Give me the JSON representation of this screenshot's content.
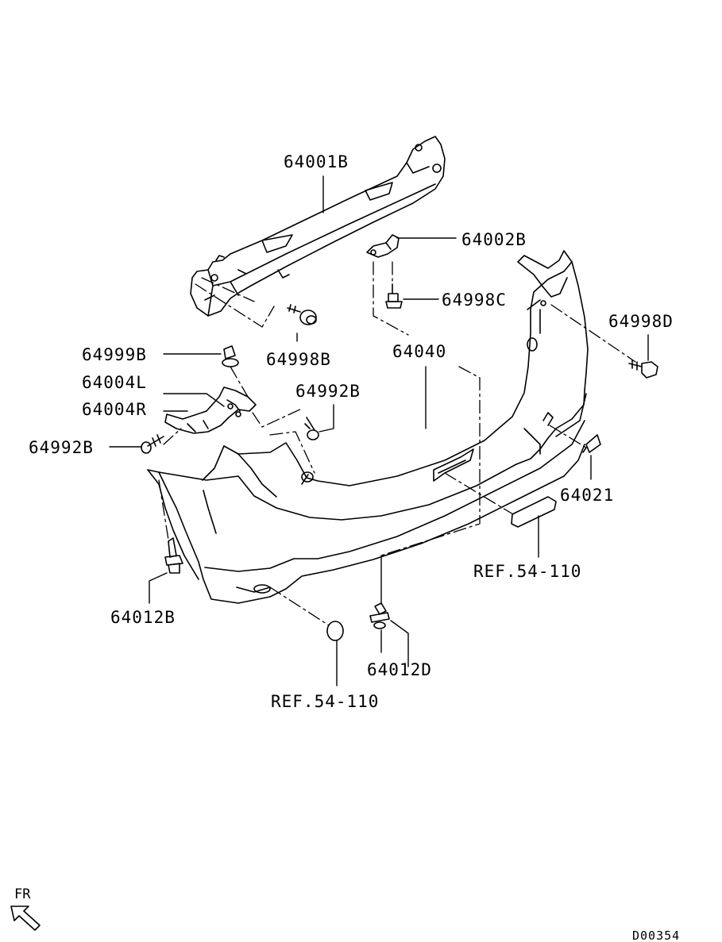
{
  "parts": {
    "p64001B": "64001B",
    "p64002B": "64002B",
    "p64998C": "64998C",
    "p64998D": "64998D",
    "p64998B": "64998B",
    "p64040": "64040",
    "p64999B": "64999B",
    "p64004L": "64004L",
    "p64004R": "64004R",
    "p64992B_right": "64992B",
    "p64992B_left": "64992B",
    "p64021": "64021",
    "ref_right": "REF.54-110",
    "p64012B": "64012B",
    "p64012D": "64012D",
    "ref_bottom": "REF.54-110"
  },
  "direction": {
    "label": "FR",
    "icon": "front-direction-arrow-icon"
  },
  "diagram_code": "D00354",
  "colors": {
    "line": "#000000",
    "background": "#ffffff"
  }
}
